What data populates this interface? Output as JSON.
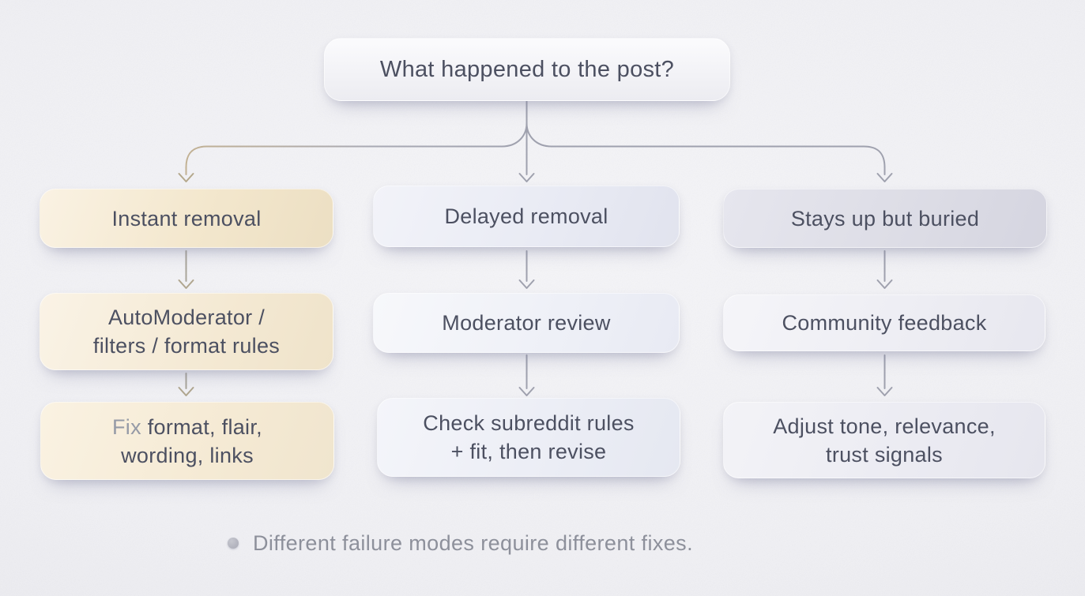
{
  "diagram": {
    "question": "What happened to the post?",
    "columns": [
      {
        "name": "instant-removal",
        "header": "Instant removal",
        "cause": {
          "line1": "AutoModerator /",
          "line2": "filters / format rules"
        },
        "fix": {
          "muted": "Fix",
          "line1": " format, flair,",
          "line2": "wording, links"
        }
      },
      {
        "name": "delayed-removal",
        "header": "Delayed removal",
        "cause": {
          "line1": "Moderator review"
        },
        "fix": {
          "line1": "Check subreddit rules",
          "line2": "+ fit, then revise"
        }
      },
      {
        "name": "stays-up-but-buried",
        "header": "Stays up but buried",
        "cause": {
          "line1": "Community feedback"
        },
        "fix": {
          "line1": "Adjust tone, relevance,",
          "line2": "trust signals"
        }
      }
    ],
    "footer": {
      "note": "Different failure modes require different fixes."
    },
    "palette": {
      "instant_accent": "#f2e5ca",
      "delayed_accent": "#e8eaf3",
      "buried_accent": "#dcdce5",
      "text": "#4c5061",
      "muted_text": "#8d909b",
      "connector": "#9fa1ae",
      "connector_tan": "#c2b193"
    }
  }
}
